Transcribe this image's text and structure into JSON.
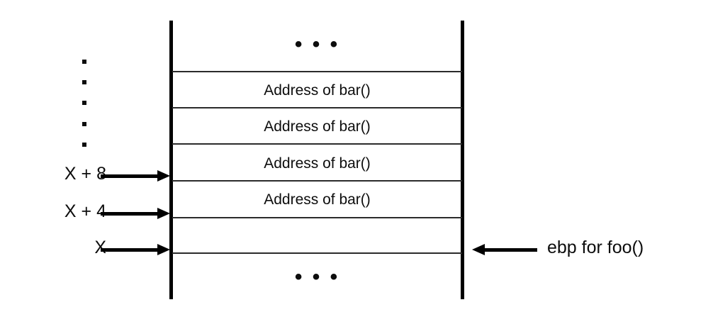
{
  "diagram": {
    "title": "Stack frame layout with saved ebp and repeated return addresses",
    "type": "stack-frame-diagram",
    "colors": {
      "stroke": "#000000",
      "cell_border": "#2b2b2b",
      "text": "#0d0d0d",
      "background": "#ffffff"
    },
    "stack": {
      "top_ellipsis": "• • •",
      "bottom_ellipsis": "• • •",
      "cells": [
        {
          "label": "",
          "id": "cell-top-gap"
        },
        {
          "label": "Address of bar()",
          "id": "cell-addr-1"
        },
        {
          "label": "Address of bar()",
          "id": "cell-addr-2"
        },
        {
          "label": "Address of bar()",
          "id": "cell-addr-3"
        },
        {
          "label": "Address of bar()",
          "id": "cell-addr-4"
        },
        {
          "label": "",
          "id": "cell-empty-1"
        },
        {
          "label": "",
          "id": "cell-bottom-gap"
        }
      ]
    },
    "left_dots": {
      "glyph": "•",
      "count": 5
    },
    "offsets": [
      {
        "label": "X + 8",
        "id": "offset-x-plus-8"
      },
      {
        "label": "X + 4",
        "id": "offset-x-plus-4"
      },
      {
        "label": "X",
        "id": "offset-x"
      }
    ],
    "annotations": [
      {
        "label": "ebp for foo()",
        "id": "ebp-for-foo",
        "side": "right"
      }
    ]
  }
}
